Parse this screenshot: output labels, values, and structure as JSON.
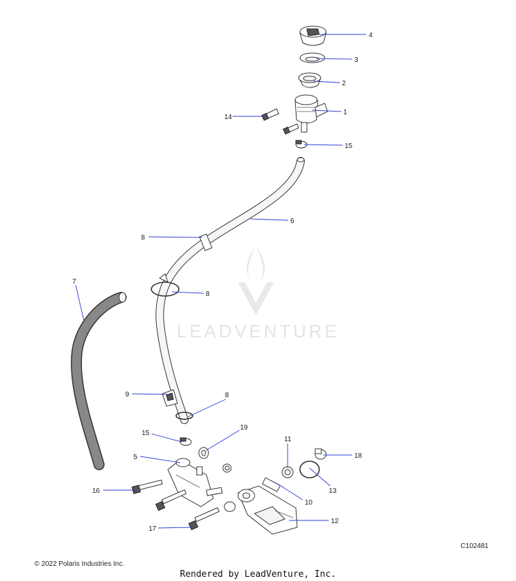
{
  "diagram": {
    "parts": [
      {
        "id": "1",
        "label": "1"
      },
      {
        "id": "2",
        "label": "2"
      },
      {
        "id": "3",
        "label": "3"
      },
      {
        "id": "4",
        "label": "4"
      },
      {
        "id": "5",
        "label": "5"
      },
      {
        "id": "6",
        "label": "6"
      },
      {
        "id": "7",
        "label": "7"
      },
      {
        "id": "8",
        "label": "8"
      },
      {
        "id": "9",
        "label": "9"
      },
      {
        "id": "10",
        "label": "10"
      },
      {
        "id": "11",
        "label": "11"
      },
      {
        "id": "12",
        "label": "12"
      },
      {
        "id": "13",
        "label": "13"
      },
      {
        "id": "14",
        "label": "14"
      },
      {
        "id": "15",
        "label": "15"
      },
      {
        "id": "16",
        "label": "16"
      },
      {
        "id": "17",
        "label": "17"
      },
      {
        "id": "18",
        "label": "18"
      },
      {
        "id": "19",
        "label": "19"
      }
    ],
    "leader_color": "#2b3bd6"
  },
  "watermark": {
    "text": "LEADVENTURE"
  },
  "footer": {
    "copyright": "© 2022 Polaris Industries Inc.",
    "code": "C102481",
    "rendered_by": "Rendered by LeadVenture, Inc."
  }
}
